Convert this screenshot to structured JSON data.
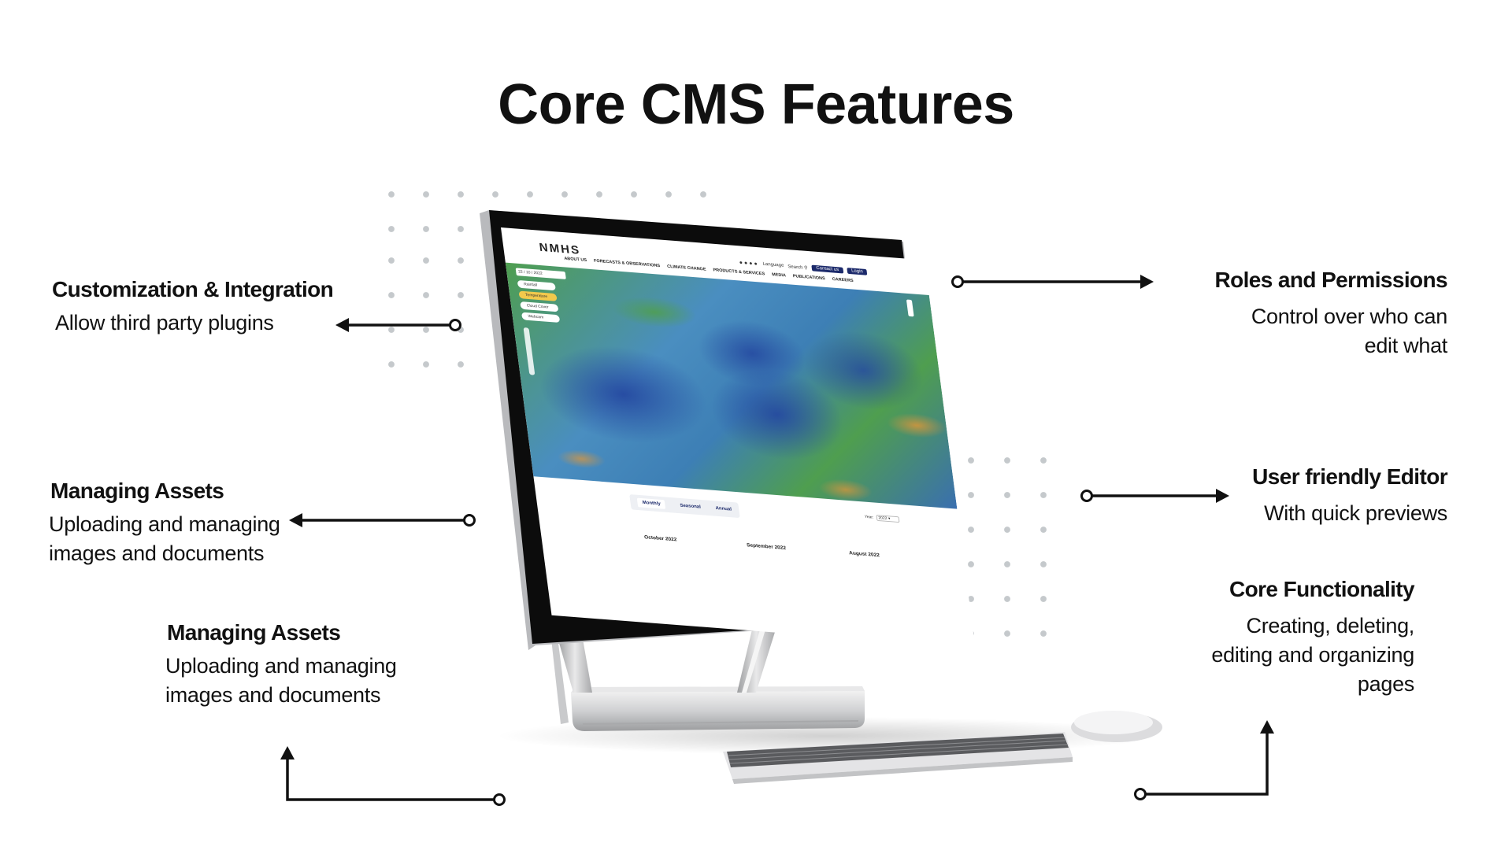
{
  "title": "Core CMS Features",
  "features": {
    "customization": {
      "heading": "Customization & Integration",
      "desc": [
        "Allow third party plugins"
      ]
    },
    "roles": {
      "heading": "Roles and Permissions",
      "desc": [
        "Control over who can",
        "edit what"
      ]
    },
    "assets_upper": {
      "heading": "Managing Assets",
      "desc": [
        "Uploading and managing",
        "images  and documents"
      ]
    },
    "editor": {
      "heading": "User friendly Editor",
      "desc": [
        "With quick previews"
      ]
    },
    "core": {
      "heading": "Core Functionality",
      "desc": [
        "Creating, deleting,",
        "editing and organizing",
        "pages"
      ]
    },
    "assets_lower": {
      "heading": "Managing Assets",
      "desc": [
        "Uploading and managing",
        "images  and documents"
      ]
    }
  },
  "site": {
    "logo": "NMHS",
    "nav": [
      "ABOUT US",
      "FORECASTS & OBSERVATIONS",
      "CLIMATE CHANGE",
      "PRODUCTS & SERVICES",
      "MEDIA",
      "PUBLICATIONS",
      "CAREERS"
    ],
    "language": "Language",
    "search": "Search",
    "contact": "Contact us",
    "login": "Login",
    "date": "22 / 10 / 2022",
    "layers": [
      "Rainfall",
      "Temperature",
      "Cloud Cover",
      "Webcam"
    ],
    "tabs": [
      "Monthly",
      "Seasonal",
      "Annual"
    ],
    "year_label": "Year:",
    "year_value": "2022",
    "months": [
      "October 2022",
      "September 2022",
      "August 2022"
    ]
  },
  "colors": {
    "accent": "#1c2a6b",
    "highlight": "#f2c94c",
    "dots": "#c5c9cc",
    "ink": "#111111"
  },
  "icons": [
    "arrow-left-icon",
    "arrow-right-icon",
    "arrow-up-icon",
    "ring-endpoint-icon",
    "search-icon",
    "social-icons"
  ]
}
